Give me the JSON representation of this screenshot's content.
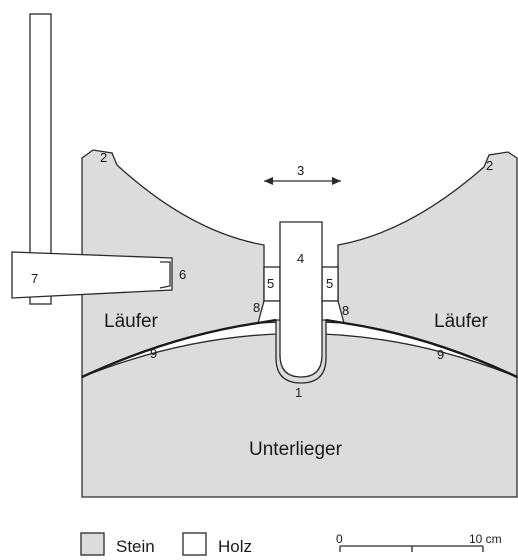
{
  "labels": {
    "n1": "1",
    "n2_left": "2",
    "n2_right": "2",
    "n3": "3",
    "n4": "4",
    "n5_left": "5",
    "n5_right": "5",
    "n6": "6",
    "n7": "7",
    "n8_left": "8",
    "n8_right": "8",
    "n9_left": "9",
    "n9_right": "9",
    "laeufer_left": "Läufer",
    "laeufer_right": "Läufer",
    "unterlieger": "Unterlieger"
  },
  "legend": {
    "stone_label": "Stein",
    "wood_label": "Holz"
  },
  "scale": {
    "start": "0",
    "end": "10 cm"
  },
  "colors": {
    "stone": "#dcdcdc",
    "wood": "#ffffff",
    "outline": "#2a2a2a"
  }
}
